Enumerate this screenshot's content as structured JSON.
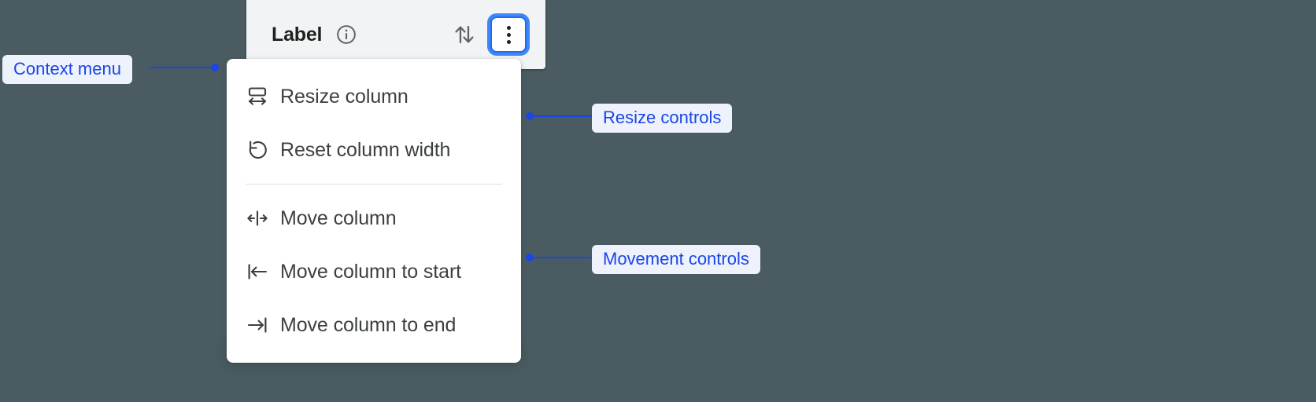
{
  "column_header": {
    "label": "Label",
    "info_icon": "info-circle-icon",
    "sort_icon": "sort-up-down-icon",
    "menu_button_icon": "kebab-more-vertical-icon"
  },
  "context_menu": {
    "groups": [
      {
        "name": "resize",
        "items": [
          {
            "icon": "resize-column-icon",
            "label": "Resize column"
          },
          {
            "icon": "reset-undo-icon",
            "label": "Reset column width"
          }
        ]
      },
      {
        "name": "movement",
        "items": [
          {
            "icon": "move-column-icon",
            "label": "Move column"
          },
          {
            "icon": "move-to-start-icon",
            "label": "Move column to start"
          },
          {
            "icon": "move-to-end-icon",
            "label": "Move column to end"
          }
        ]
      }
    ]
  },
  "annotations": [
    {
      "id": "context-menu",
      "label": "Context menu"
    },
    {
      "id": "resize-controls",
      "label": "Resize controls"
    },
    {
      "id": "movement-controls",
      "label": "Movement controls"
    }
  ],
  "colors": {
    "canvas": "#4a5c61",
    "annotation_text": "#1a45e8",
    "annotation_bg": "#eef2fd",
    "focus_ring": "#4285f4",
    "header_bg": "#f1f3f4",
    "menu_bg": "#ffffff",
    "menu_text": "#3c4043"
  }
}
